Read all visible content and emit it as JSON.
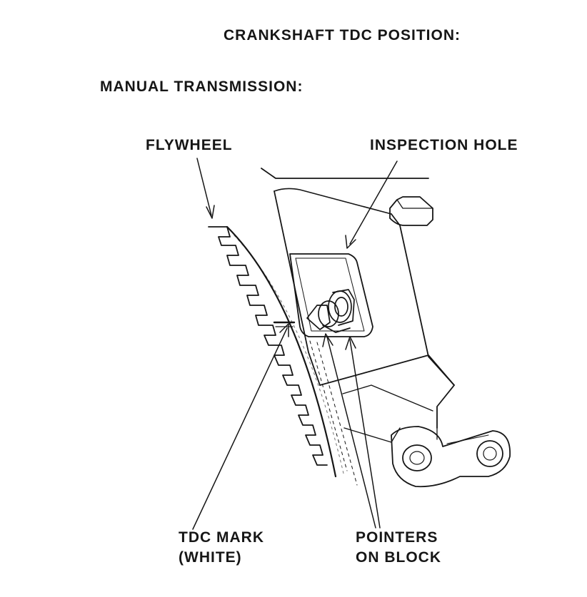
{
  "header": {
    "title": "CRANKSHAFT TDC POSITION:",
    "subtitle": "MANUAL TRANSMISSION:"
  },
  "callouts": {
    "flywheel": "FLYWHEEL",
    "inspection_hole": "INSPECTION HOLE",
    "tdc_mark_line1": "TDC MARK",
    "tdc_mark_line2": "(WHITE)",
    "pointers_line1": "POINTERS",
    "pointers_line2": "ON BLOCK"
  },
  "colors": {
    "ink": "#161616",
    "paper": "#ffffff"
  }
}
